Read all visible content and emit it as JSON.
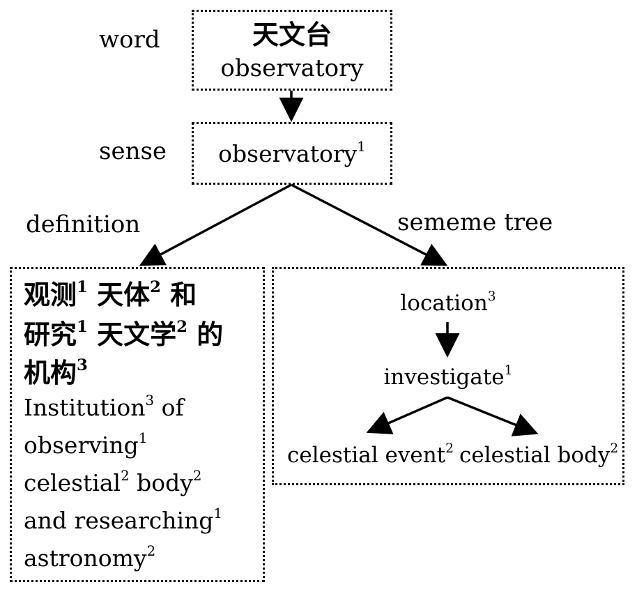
{
  "labels": {
    "word": "word",
    "sense": "sense",
    "definition": "definition",
    "sememe_tree": "sememe tree"
  },
  "word_box": {
    "chinese": "天文台",
    "english": "observatory"
  },
  "sense_box": {
    "text": "observatory",
    "sup": "1"
  },
  "definition_box": {
    "lines": [
      {
        "parts": [
          {
            "t": "观测",
            "s": "1"
          },
          {
            "t": " 天体",
            "s": "2"
          },
          {
            "t": " 和",
            "s": ""
          }
        ]
      },
      {
        "parts": [
          {
            "t": "研究",
            "s": "1"
          },
          {
            "t": " 天文学",
            "s": "2"
          },
          {
            "t": " 的",
            "s": ""
          }
        ]
      },
      {
        "parts": [
          {
            "t": "机构",
            "s": "3"
          }
        ]
      },
      {
        "parts": [
          {
            "t": "Institution",
            "s": "3"
          },
          {
            "t": " of",
            "s": ""
          }
        ]
      },
      {
        "parts": [
          {
            "t": "observing",
            "s": "1"
          }
        ]
      },
      {
        "parts": [
          {
            "t": "celestial",
            "s": "2"
          },
          {
            "t": " body",
            "s": "2"
          }
        ]
      },
      {
        "parts": [
          {
            "t": "and researching",
            "s": "1"
          }
        ]
      },
      {
        "parts": [
          {
            "t": "astronomy",
            "s": "2"
          }
        ]
      }
    ]
  },
  "sememe_tree": {
    "root": {
      "text": "location",
      "sup": "3"
    },
    "middle": {
      "text": "investigate",
      "sup": "1"
    },
    "left_leaf": {
      "text": "celestial event",
      "sup": "2"
    },
    "right_leaf": {
      "text": "celestial body",
      "sup": "2"
    }
  }
}
